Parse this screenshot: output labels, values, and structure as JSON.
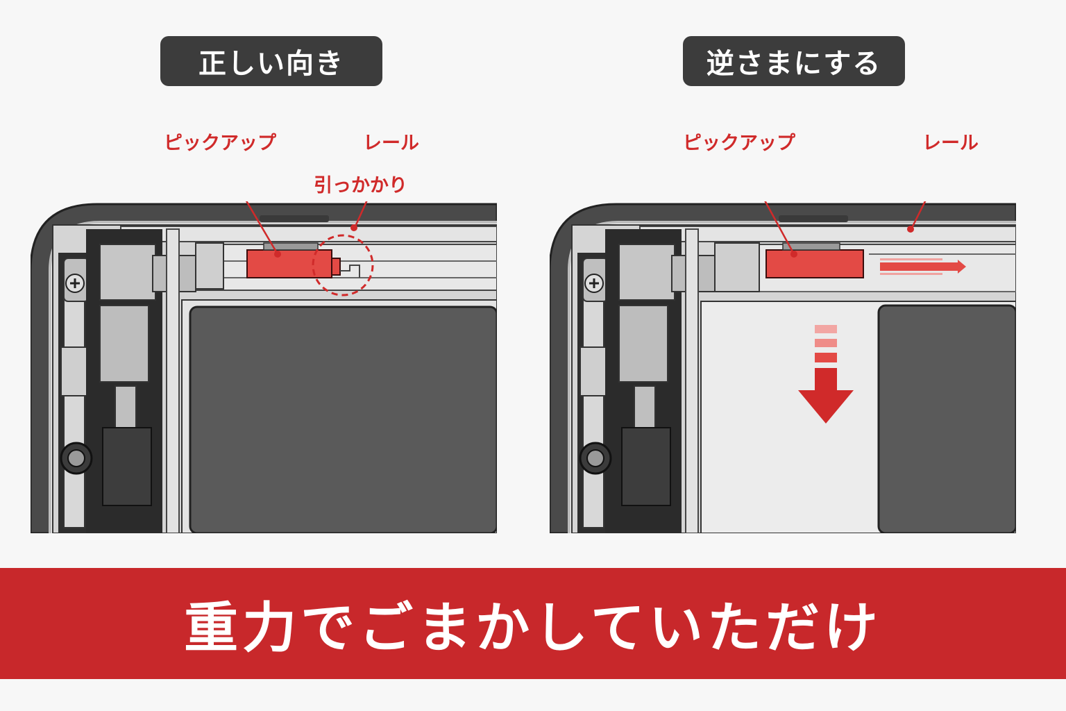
{
  "left": {
    "title": "正しい向き",
    "labels": {
      "pickup": "ピックアップ",
      "rail": "レール",
      "catch": "引っかかり"
    }
  },
  "right": {
    "title": "逆さまにする",
    "labels": {
      "pickup": "ピックアップ",
      "rail": "レール",
      "gravity": "重力"
    }
  },
  "banner": {
    "text": "重力でごまかしていただけ"
  },
  "colors": {
    "accent_red": "#d02a2a",
    "banner_red": "#c8282b",
    "pill_bg": "#3c3c3c",
    "battery_gray": "#5a5a5a"
  },
  "icons": [
    "screw-icon",
    "gravity-arrow-icon",
    "slide-arrow-icon",
    "catch-circle-icon"
  ]
}
